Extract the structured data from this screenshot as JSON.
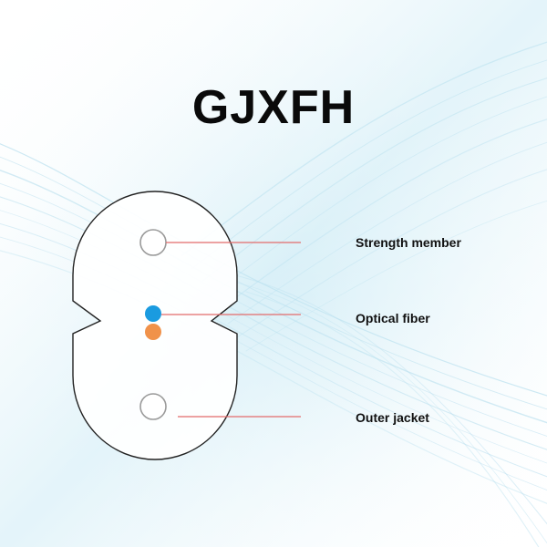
{
  "title": "GJXFH",
  "labels": {
    "strength_member": "Strength member",
    "optical_fiber": "Optical fiber",
    "outer_jacket": "Outer jacket"
  },
  "colors": {
    "fiber_blue": "#1a9be0",
    "fiber_orange": "#f0924a",
    "leader_line": "#e36b6b",
    "outline": "#222222",
    "background_streaks": "#9fd3e8"
  }
}
